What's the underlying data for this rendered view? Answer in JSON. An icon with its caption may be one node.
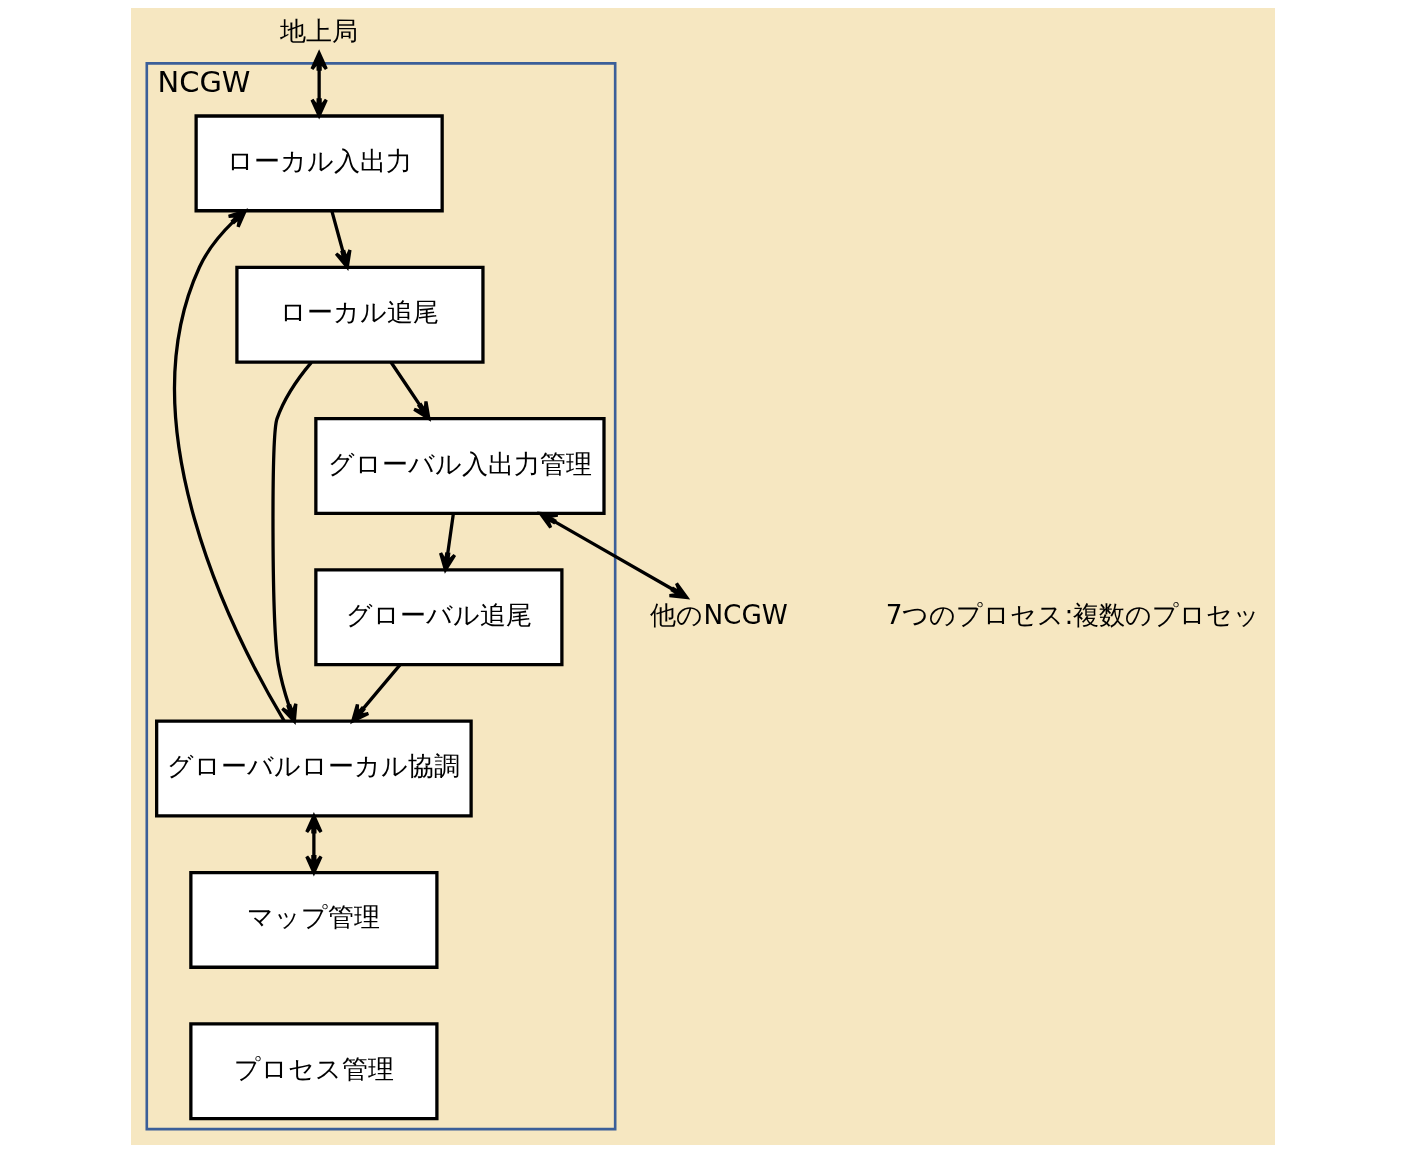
{
  "diagram": {
    "nodes": [
      {
        "text": [
          "NCGW"
        ]
      },
      {
        "text": [
          "地上局"
        ]
      },
      {
        "text": [
          "ローカル入出力"
        ],
        "in": 0
      },
      {
        "text": [
          "ローカル追尾"
        ],
        "in": 0
      },
      {
        "text": [
          "グローバルローカル協調"
        ],
        "in": 0
      },
      {
        "text": [
          "グローバル追尾"
        ],
        "in": 0
      },
      {
        "text": [
          "マップ管理"
        ],
        "in": 0
      },
      {
        "text": [
          "グローバル入出力管理"
        ],
        "in": 0
      },
      {
        "text": [
          "プロセス管理"
        ],
        "in": 0
      },
      {
        "text": [
          "他のNCGW"
        ]
      }
    ],
    "edges": [
      {
        "from": 1,
        "to": 2,
        "arrow": "both"
      },
      {
        "from": 2,
        "to": 3,
        "arrow": "to"
      },
      {
        "from": 4,
        "to": 2,
        "arrow": "to"
      },
      {
        "from": 3,
        "to": 4,
        "arrow": "to"
      },
      {
        "from": 5,
        "to": 4,
        "arrow": "to"
      },
      {
        "from": 4,
        "to": 6,
        "arrow": "both"
      },
      {
        "from": 3,
        "to": 7,
        "arrow": "to"
      },
      {
        "from": 7,
        "to": 5,
        "arrow": "to"
      },
      {
        "from": 7,
        "to": 9,
        "arrow": "both"
      }
    ],
    "labels": [
      "7つのプロセス:複数のプロセッ"
    ]
  }
}
